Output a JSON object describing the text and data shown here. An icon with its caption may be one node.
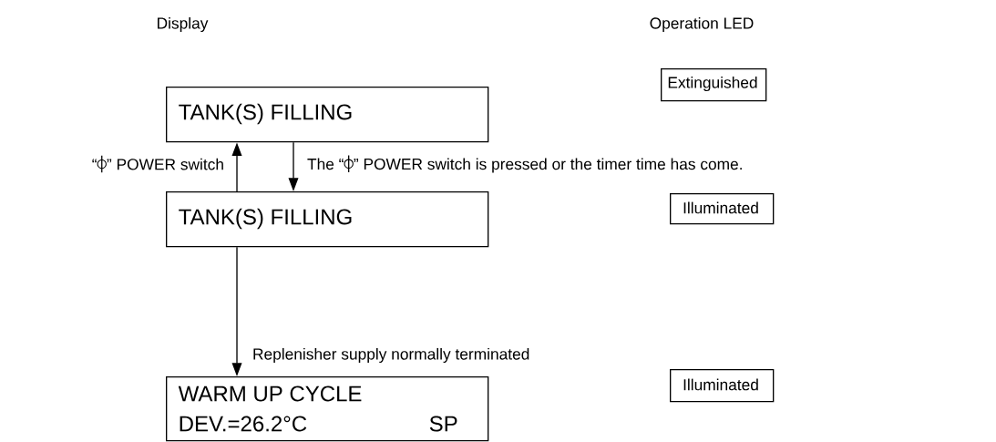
{
  "diagram": {
    "nodes": [
      {
        "text": [
          "TANK(S) FILLING"
        ]
      },
      {
        "text": [
          "TANK(S) FILLING"
        ]
      },
      {
        "text": [
          "WARM UP CYCLE",
          "DEV.=26.2°C",
          "SP"
        ]
      },
      {
        "text": [
          "Extinguished"
        ]
      },
      {
        "text": [
          "Illuminated"
        ]
      },
      {
        "text": [
          "Illuminated"
        ]
      }
    ],
    "edges": [
      {
        "from": 1,
        "to": 0,
        "arrow": "to",
        "label": "“⌽” POWER switch"
      },
      {
        "from": 0,
        "to": 1,
        "arrow": "to",
        "label": "The “⌽” POWER switch is pressed or the timer time has come."
      },
      {
        "from": 1,
        "to": 2,
        "arrow": "to",
        "label": "Replenisher supply normally terminated"
      }
    ],
    "labels": [
      "Display",
      "Operation LED"
    ]
  }
}
